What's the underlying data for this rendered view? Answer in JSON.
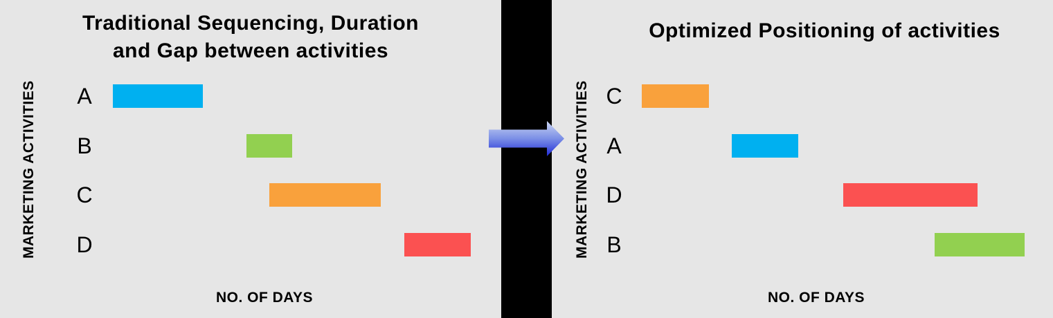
{
  "colors": {
    "background": "#E6E6E6",
    "divider": "#000000",
    "text": "#000000",
    "activity_A": "#00B0F0",
    "activity_B": "#92D050",
    "activity_C": "#F9A13C",
    "activity_D": "#FB5151",
    "arrow_top": "#CBD6F2",
    "arrow_mid": "#7B8FE6",
    "arrow_bottom": "#1F2BD8"
  },
  "arrow_icon": "right-arrow",
  "chart_data": [
    {
      "type": "bar",
      "variant": "gantt",
      "title": "Traditional Sequencing, Duration and Gap between activities",
      "title_lines": [
        "Traditional Sequencing, Duration",
        "and Gap between activities"
      ],
      "xlabel": "NO. OF DAYS",
      "ylabel": "MARKETING ACTIVITIES",
      "axis_numbering": "none",
      "legend": "none",
      "grid": false,
      "categories": [
        "A",
        "B",
        "C",
        "D"
      ],
      "bars": [
        {
          "label": "A",
          "color_key": "activity_A",
          "start_days": 1.6,
          "duration_days": 9.0
        },
        {
          "label": "B",
          "color_key": "activity_B",
          "start_days": 15.0,
          "duration_days": 4.6
        },
        {
          "label": "C",
          "color_key": "activity_C",
          "start_days": 17.3,
          "duration_days": 11.2
        },
        {
          "label": "D",
          "color_key": "activity_D",
          "start_days": 30.8,
          "duration_days": 6.7
        }
      ]
    },
    {
      "type": "bar",
      "variant": "gantt",
      "title": "Optimized Positioning of activities",
      "title_lines": [
        "Optimized Positioning of activities"
      ],
      "xlabel": "NO. OF DAYS",
      "ylabel": "MARKETING ACTIVITIES",
      "axis_numbering": "none",
      "legend": "none",
      "grid": false,
      "categories": [
        "C",
        "A",
        "D",
        "B"
      ],
      "bars": [
        {
          "label": "C",
          "color_key": "activity_C",
          "start_days": 1.6,
          "duration_days": 6.7
        },
        {
          "label": "A",
          "color_key": "activity_A",
          "start_days": 10.6,
          "duration_days": 6.7
        },
        {
          "label": "D",
          "color_key": "activity_D",
          "start_days": 21.8,
          "duration_days": 13.5
        },
        {
          "label": "B",
          "color_key": "activity_B",
          "start_days": 31.0,
          "duration_days": 9.0
        }
      ]
    }
  ]
}
